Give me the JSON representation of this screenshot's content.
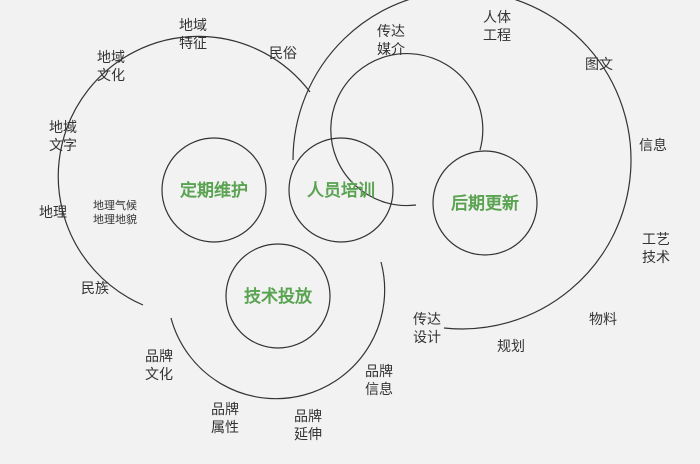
{
  "colors": {
    "background": "#f2f2f2",
    "line": "#333333",
    "center_text": "#5aa352",
    "label_text": "#333333"
  },
  "centers": {
    "positioning": "定期维护",
    "training": "人员培训",
    "investment": "技术投放",
    "update": "后期更新"
  },
  "left_group": {
    "top1": "地域",
    "top2": "特征",
    "folk": "民俗",
    "culture1": "地域",
    "culture2": "文化",
    "text1": "地域",
    "text2": "文字",
    "geo": "地理",
    "inner1": "地理气候",
    "inner2": "地理地貌",
    "ethnic": "民族"
  },
  "right_group": {
    "media1": "传达",
    "media2": "媒介",
    "ergo1": "人体",
    "ergo2": "工程",
    "graphic": "图文",
    "info": "信息",
    "craft1": "工艺",
    "craft2": "技术",
    "material": "物料",
    "plan": "规划",
    "design1": "传达",
    "design2": "设计"
  },
  "bottom_group": {
    "brand_culture1": "品牌",
    "brand_culture2": "文化",
    "brand_attr1": "品牌",
    "brand_attr2": "属性",
    "brand_ext1": "品牌",
    "brand_ext2": "延伸",
    "brand_info1": "品牌",
    "brand_info2": "信息"
  }
}
